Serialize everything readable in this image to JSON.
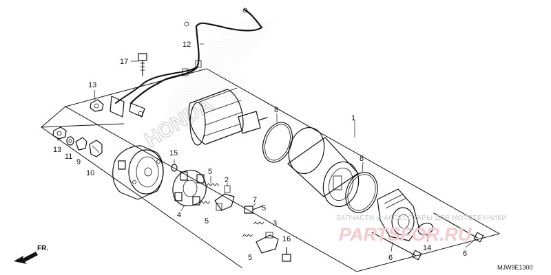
{
  "diagram": {
    "callouts": [
      {
        "id": "1",
        "text": "1"
      },
      {
        "id": "2",
        "text": "2"
      },
      {
        "id": "3",
        "text": "3"
      },
      {
        "id": "4",
        "text": "4"
      },
      {
        "id": "5a",
        "text": "5"
      },
      {
        "id": "5b",
        "text": "5"
      },
      {
        "id": "5c",
        "text": "5"
      },
      {
        "id": "5d",
        "text": "5"
      },
      {
        "id": "6a",
        "text": "6"
      },
      {
        "id": "6b",
        "text": "6"
      },
      {
        "id": "7",
        "text": "7"
      },
      {
        "id": "8a",
        "text": "8"
      },
      {
        "id": "8b",
        "text": "8"
      },
      {
        "id": "9",
        "text": "9"
      },
      {
        "id": "10",
        "text": "10"
      },
      {
        "id": "11",
        "text": "11"
      },
      {
        "id": "12",
        "text": "12"
      },
      {
        "id": "13a",
        "text": "13"
      },
      {
        "id": "13b",
        "text": "13"
      },
      {
        "id": "14",
        "text": "14"
      },
      {
        "id": "15",
        "text": "15"
      },
      {
        "id": "16",
        "text": "16"
      },
      {
        "id": "17",
        "text": "17"
      }
    ],
    "front_label": "FR.",
    "diagram_code": "MJW9E1300",
    "watermark_brand": "HONDA",
    "watermark_caption": "ЗАПЧАСТИ И АКСЕССУАРЫ ДЛЯ МОТОТЕХНИКИ",
    "watermark_logo": "PARTSFOR.RU",
    "colors": {
      "ink": "#111111",
      "watermark_red": "#f6c9cf",
      "watermark_gray": "#c9c9c9"
    }
  }
}
